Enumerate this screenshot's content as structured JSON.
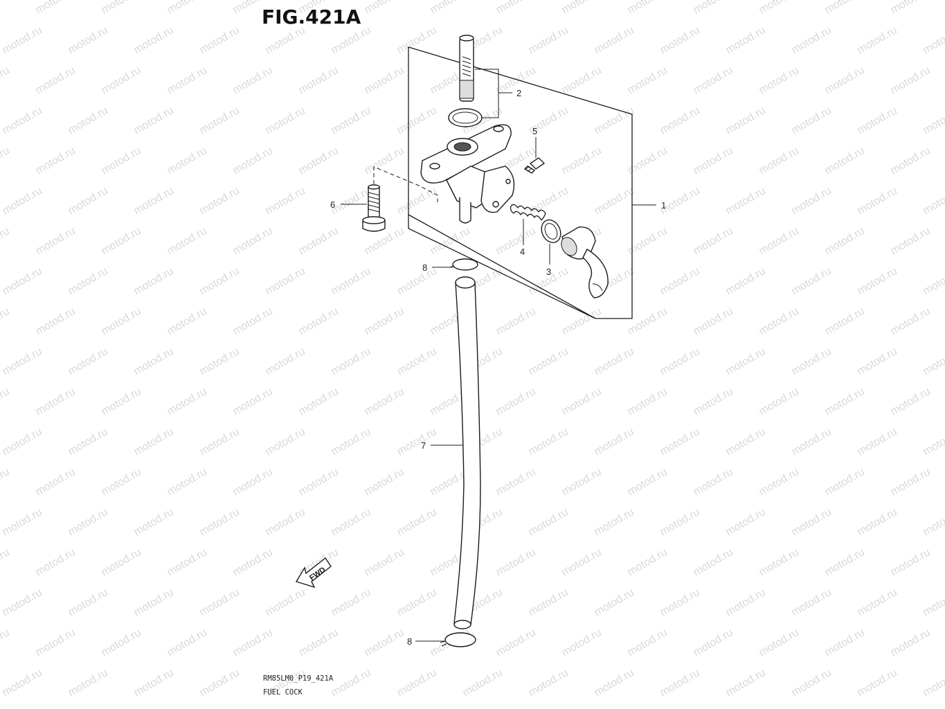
{
  "figure": {
    "title": "FIG.421A",
    "code": "RM85LM0_P19_421A",
    "name": "FUEL COCK",
    "fwd_label": "FWD"
  },
  "watermark": {
    "text": "motod.ru",
    "color": "#d9d9d9"
  },
  "callouts": {
    "c1": "1",
    "c2": "2",
    "c3": "3",
    "c4": "4",
    "c5": "5",
    "c6": "6",
    "c7": "7",
    "c8_top": "8",
    "c8_bottom": "8"
  },
  "colors": {
    "line": "#1a1a1a",
    "background": "#ffffff"
  }
}
